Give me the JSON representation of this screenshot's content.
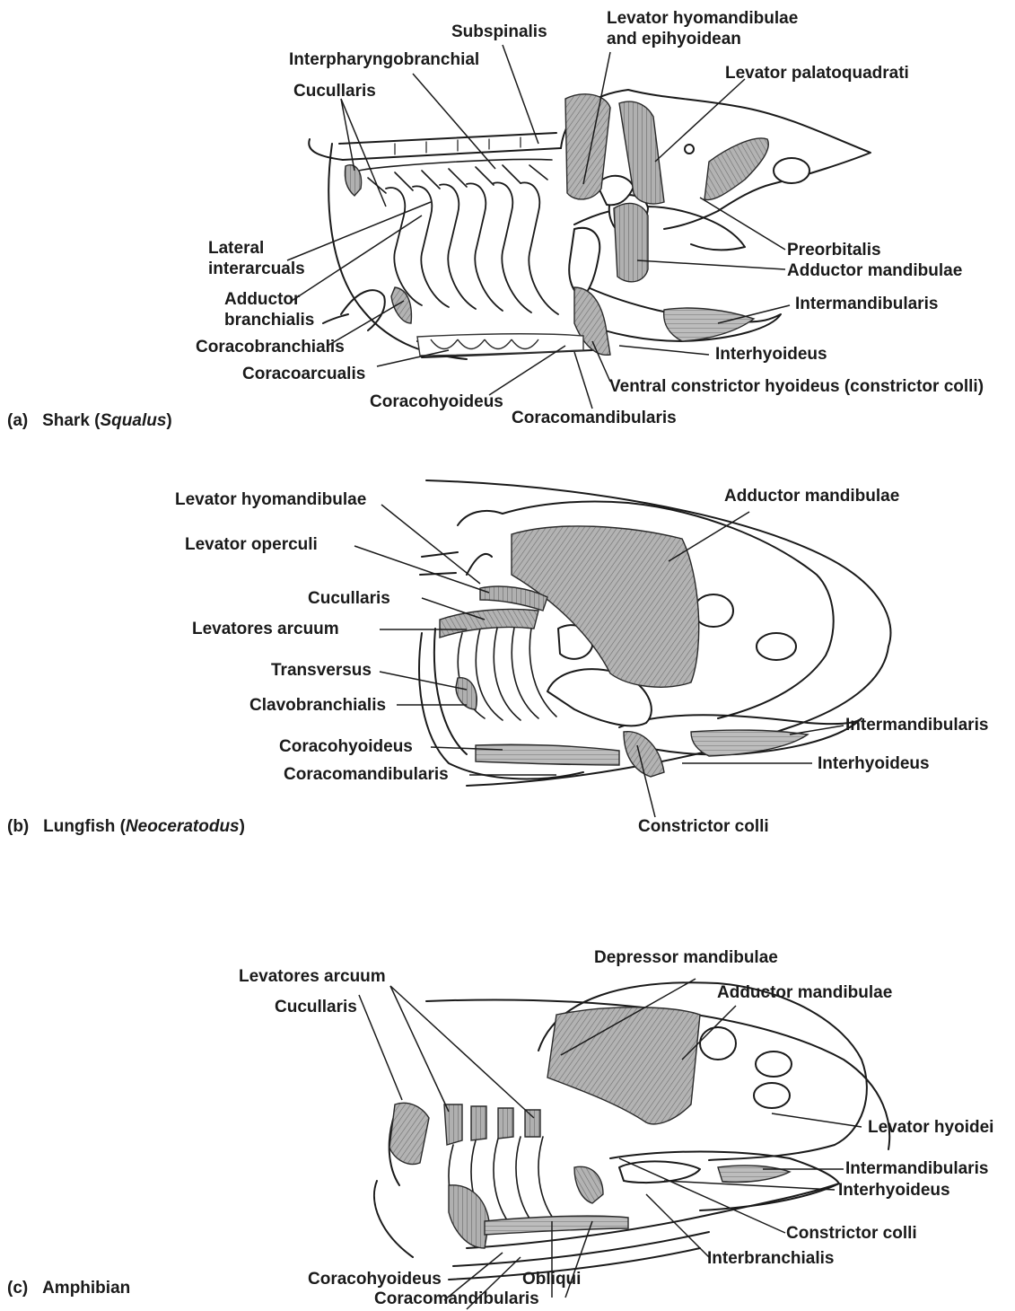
{
  "panels": [
    {
      "letter": "(a)",
      "animal": "Shark (",
      "genus": "Squalus",
      "close": ")",
      "labels": {
        "subspinalis": "Subspinalis",
        "levator_hyomandibulae": "Levator hyomandibulae",
        "and_epihyoidean": "and epihyoidean",
        "interpharyngobranchial": "Interpharyngobranchial",
        "levator_palatoquadrati": "Levator palatoquadrati",
        "cucullaris": "Cucullaris",
        "lateral": "Lateral",
        "interarcuals": "interarcuals",
        "preorbitalis": "Preorbitalis",
        "adductor_mandibulae": "Adductor mandibulae",
        "adductor": "Adductor",
        "branchialis": "branchialis",
        "intermandibularis": "Intermandibularis",
        "coracobranchialis": "Coracobranchialis",
        "interhyoideus": "Interhyoideus",
        "coracoarcualis": "Coracoarcualis",
        "ventral_constrictor": "Ventral constrictor hyoideus (constrictor colli)",
        "coracohyoideus": "Coracohyoideus",
        "coracomandibularis": "Coracomandibularis"
      }
    },
    {
      "letter": "(b)",
      "animal": "Lungfish (",
      "genus": "Neoceratodus",
      "close": ")",
      "labels": {
        "levator_hyomandibulae": "Levator hyomandibulae",
        "adductor_mandibulae": "Adductor mandibulae",
        "levator_operculi": "Levator operculi",
        "cucullaris": "Cucullaris",
        "levatores_arcuum": "Levatores arcuum",
        "transversus": "Transversus",
        "clavobranchialis": "Clavobranchialis",
        "intermandibularis": "Intermandibularis",
        "coracohyoideus": "Coracohyoideus",
        "interhyoideus": "Interhyoideus",
        "coracomandibularis": "Coracomandibularis",
        "constrictor_colli": "Constrictor colli"
      }
    },
    {
      "letter": "(c)",
      "animal": "Amphibian",
      "genus": "",
      "close": "",
      "labels": {
        "depressor_mandibulae": "Depressor mandibulae",
        "levatores_arcuum": "Levatores arcuum",
        "adductor_mandibulae": "Adductor mandibulae",
        "cucullaris": "Cucullaris",
        "levator_hyoidei": "Levator hyoidei",
        "intermandibularis": "Intermandibularis",
        "interhyoideus": "Interhyoideus",
        "constrictor_colli": "Constrictor colli",
        "interbranchialis": "Interbranchialis",
        "coracohyoideus": "Coracohyoideus",
        "obliqui": "Obliqui",
        "coracomandibularis": "Coracomandibularis"
      }
    }
  ],
  "colors": {
    "ink": "#1a1a1a",
    "muscle": "#a6a6a6",
    "muscle_dark": "#7a7a7a",
    "bone": "#ffffff"
  }
}
